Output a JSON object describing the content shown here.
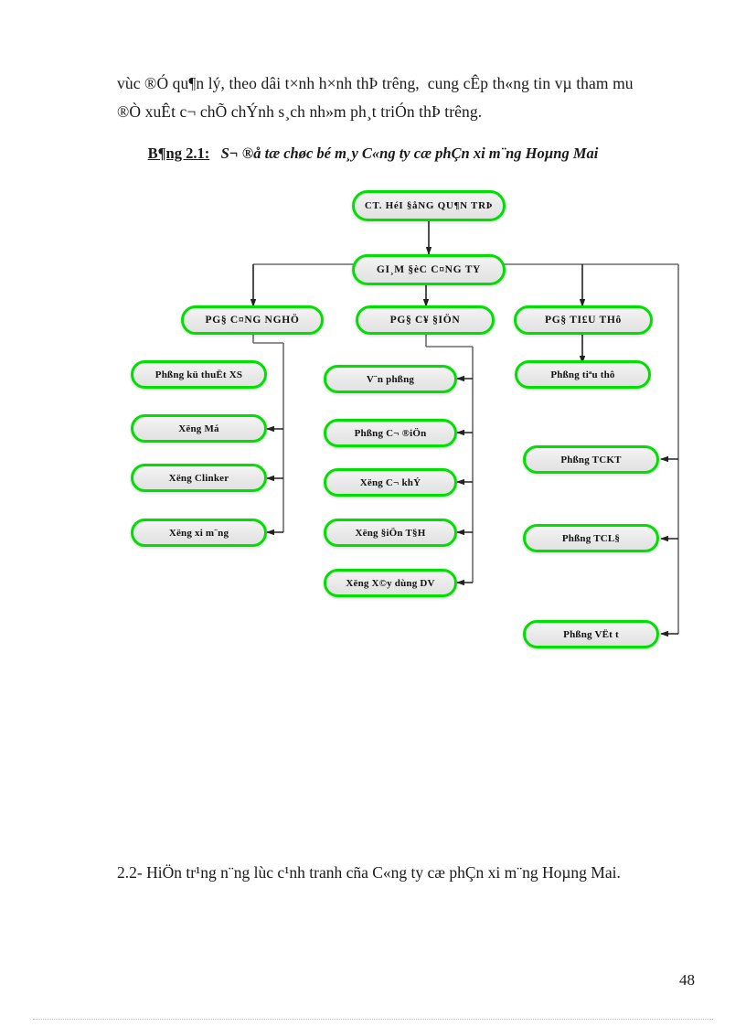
{
  "document": {
    "page_number": "48",
    "body_lines": [
      "vùc ®Ó qu¶n lý, theo dâi t×nh h×nh thÞ trêng,  cung cÊp th«ng tin vµ tham mu",
      "®Ò xuÊt c¬ chÕ chÝnh s¸ch nh»m ph¸t triÓn thÞ trêng."
    ],
    "caption": {
      "lead": "B¶ng 2.1:",
      "title": "S¬ ®å tæ chøc bé m¸y C«ng ty cæ phÇn xi m¨ng Hoµng Mai"
    },
    "footnote": "2.2- HiÖn tr¹ng n¨ng lùc c¹nh tranh cña C«ng ty cæ phÇn xi m¨ng Hoµng Mai."
  },
  "colors": {
    "node_border": "#00e000",
    "node_fill": "#ececec",
    "connector": "#6b6b6b",
    "arrow": "#222222",
    "text": "#111111"
  },
  "chart_data": {
    "type": "diagram",
    "title": "S¬ ®å tæ chøc bé m¸y C«ng ty cæ phÇn xi m¨ng Hoµng Mai",
    "nodes": [
      {
        "id": "hdqt",
        "label": "CT. HéI §åNG QU¶N TRÞ",
        "level": 0
      },
      {
        "id": "gd",
        "label": "GI¸M §èC C¤NG TY",
        "level": 1
      },
      {
        "id": "pgd_cn",
        "label": "PG§ C¤NG NGHÖ",
        "level": 2
      },
      {
        "id": "pgd_cd",
        "label": "PG§ C¥ §IÖN",
        "level": 2
      },
      {
        "id": "pgd_tt",
        "label": "PG§ TI£U THô",
        "level": 2
      },
      {
        "id": "l_kt",
        "label": "Phßng kü thuËt XS",
        "level": 3
      },
      {
        "id": "l_mo",
        "label": "Xëng Má",
        "level": 3
      },
      {
        "id": "l_cl",
        "label": "Xëng Clinker",
        "level": 3
      },
      {
        "id": "l_xm",
        "label": "Xëng xi m¨ng",
        "level": 3
      },
      {
        "id": "m_vp",
        "label": "V¨n phßng",
        "level": 3
      },
      {
        "id": "m_cd",
        "label": "Phßng C¬ ®iÖn",
        "level": 3
      },
      {
        "id": "m_ck",
        "label": "Xëng C¬ khÝ",
        "level": 3
      },
      {
        "id": "m_dt",
        "label": "Xëng §iÖn T§H",
        "level": 3
      },
      {
        "id": "m_xd",
        "label": "Xëng X©y dùng DV",
        "level": 3
      },
      {
        "id": "r_tt",
        "label": "Phßng tiªu thô",
        "level": 3
      },
      {
        "id": "r_tckt",
        "label": "Phßng TCKT",
        "level": 3
      },
      {
        "id": "r_tcld",
        "label": "Phßng TCL§",
        "level": 3
      },
      {
        "id": "r_vt",
        "label": "Phßng VËt t",
        "level": 3
      }
    ],
    "edges": [
      {
        "from": "hdqt",
        "to": "gd"
      },
      {
        "from": "gd",
        "to": "pgd_cn"
      },
      {
        "from": "gd",
        "to": "pgd_cd"
      },
      {
        "from": "gd",
        "to": "pgd_tt"
      },
      {
        "from": "pgd_cn",
        "to": "l_mo"
      },
      {
        "from": "pgd_cn",
        "to": "l_cl"
      },
      {
        "from": "pgd_cn",
        "to": "l_xm"
      },
      {
        "from": "pgd_cd",
        "to": "m_vp"
      },
      {
        "from": "pgd_cd",
        "to": "m_cd"
      },
      {
        "from": "pgd_cd",
        "to": "m_ck"
      },
      {
        "from": "pgd_cd",
        "to": "m_dt"
      },
      {
        "from": "pgd_cd",
        "to": "m_xd"
      },
      {
        "from": "pgd_tt",
        "to": "r_tt"
      },
      {
        "from": "gd",
        "to": "r_tckt"
      },
      {
        "from": "gd",
        "to": "r_tcld"
      },
      {
        "from": "gd",
        "to": "r_vt"
      }
    ]
  }
}
